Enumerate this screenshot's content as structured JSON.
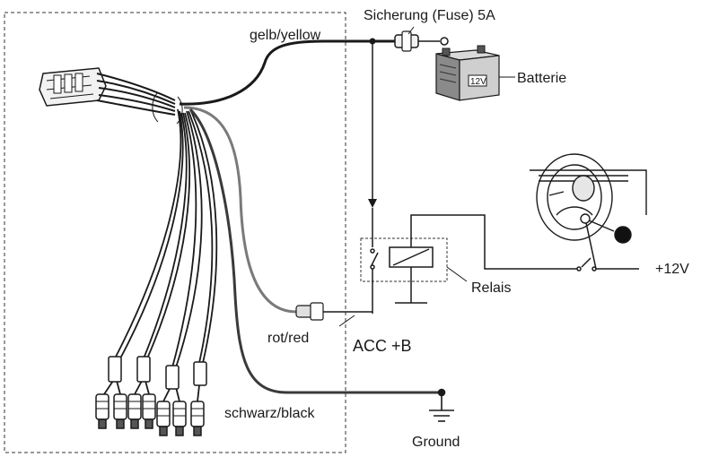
{
  "labels": {
    "fuse": "Sicherung (Fuse) 5A",
    "yellow_wire": "gelb/yellow",
    "battery": "Batterie",
    "battery_voltage": "12V",
    "relay": "Relais",
    "plus12v": "+12V",
    "red_wire": "rot/red",
    "acc": "ACC +B",
    "black_wire": "schwarz/black",
    "ground": "Ground"
  },
  "colors": {
    "line": "#1a1a1a",
    "red_wire": "#7a7a7a",
    "black_wire": "#3a3a3a",
    "dashed": "#333333"
  }
}
